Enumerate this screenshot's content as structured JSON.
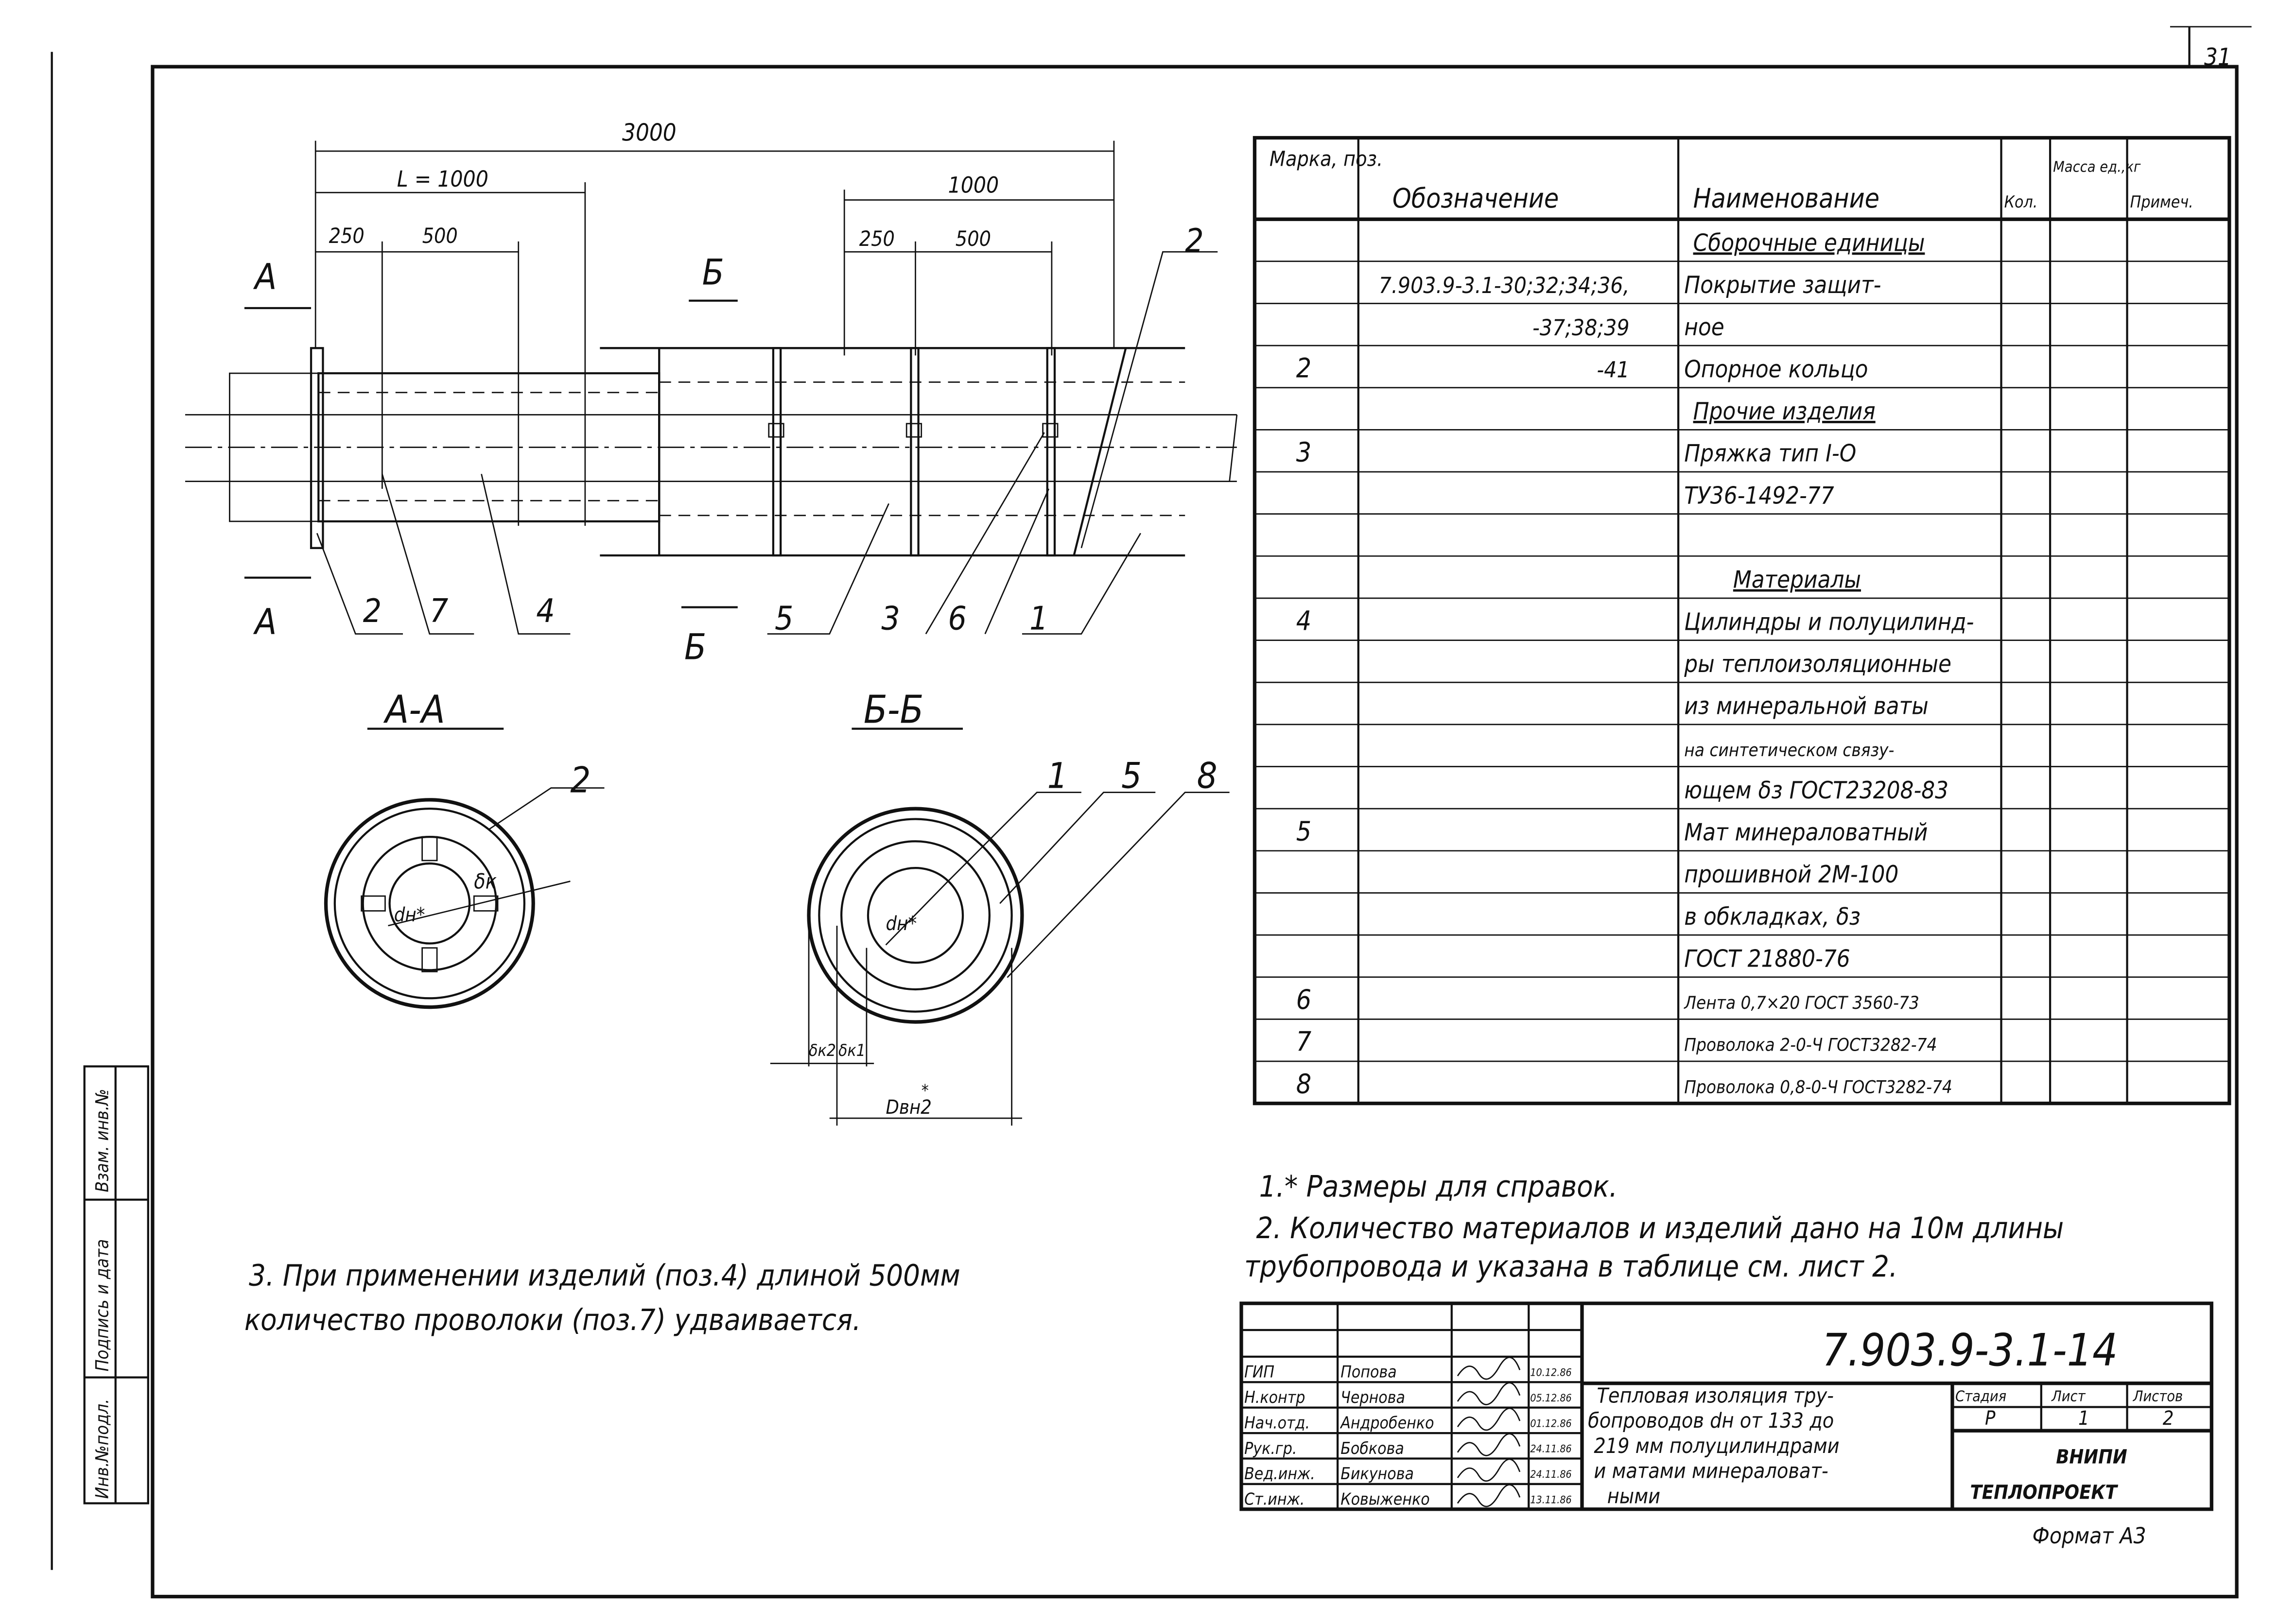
{
  "sheet_corner": "31",
  "format_label": "Формат А3",
  "margin_stamps": [
    "Инв.№подл.",
    "Подпись и дата",
    "Взам. инв.№"
  ],
  "elevation": {
    "dim_total": "3000",
    "dim_L": "L = 1000",
    "dim_250_left": "250",
    "dim_500_left": "500",
    "dim_1000_right": "1000",
    "dim_250_right": "250",
    "dim_500_right": "500",
    "section_A": "А",
    "section_B": "Б",
    "callouts_left": [
      "2",
      "7",
      "4"
    ],
    "callouts_right": [
      "5",
      "3",
      "6",
      "1"
    ],
    "callout_top": "2"
  },
  "section_aa": {
    "title": "А-А",
    "callout": "2",
    "dk": "δк",
    "dn": "dн*"
  },
  "section_bb": {
    "title": "Б-Б",
    "callouts": [
      "1",
      "5",
      "8"
    ],
    "dn": "dн*",
    "dk2": "δк2",
    "dk1": "δк1",
    "dvn2": "Dвн2",
    "star": "*"
  },
  "spec_table": {
    "headers": [
      "Марка, поз.",
      "Обозначение",
      "Наименование",
      "Кол.",
      "Масса ед.,кг",
      "Примеч."
    ],
    "rows": [
      {
        "pos": "",
        "code": "",
        "name": "Сборочные единицы",
        "heading": true
      },
      {
        "pos": "",
        "code": "7.903.9-3.1-30;32;34;36,",
        "name": "Покрытие защит-"
      },
      {
        "pos": "",
        "code": "-37;38;39",
        "name": "ное"
      },
      {
        "pos": "2",
        "code": "-41",
        "name": "Опорное кольцо"
      },
      {
        "pos": "",
        "code": "",
        "name": "Прочие изделия",
        "heading": true
      },
      {
        "pos": "3",
        "code": "",
        "name": "Пряжка тип I-O"
      },
      {
        "pos": "",
        "code": "",
        "name": "ТУ36-1492-77"
      },
      {
        "pos": "",
        "code": "",
        "name": ""
      },
      {
        "pos": "",
        "code": "",
        "name": "Материалы",
        "heading": true
      },
      {
        "pos": "4",
        "code": "",
        "name": "Цилиндры и полуцилинд-"
      },
      {
        "pos": "",
        "code": "",
        "name": "ры теплоизоляционные"
      },
      {
        "pos": "",
        "code": "",
        "name": "из минеральной ваты"
      },
      {
        "pos": "",
        "code": "",
        "name": "на синтетическом связу-"
      },
      {
        "pos": "",
        "code": "",
        "name": "ющем δз ГОСТ23208-83"
      },
      {
        "pos": "5",
        "code": "",
        "name": "Мат минераловатный"
      },
      {
        "pos": "",
        "code": "",
        "name": "прошивной 2М-100"
      },
      {
        "pos": "",
        "code": "",
        "name": "в обкладках, δз"
      },
      {
        "pos": "",
        "code": "",
        "name": "ГОСТ 21880-76"
      },
      {
        "pos": "6",
        "code": "",
        "name": "Лента 0,7×20 ГОСТ 3560-73"
      },
      {
        "pos": "7",
        "code": "",
        "name": "Проволока 2-0-Ч ГОСТ3282-74"
      },
      {
        "pos": "8",
        "code": "",
        "name": "Проволока 0,8-0-Ч ГОСТ3282-74"
      }
    ]
  },
  "notes": {
    "n1": "1.* Размеры для справок.",
    "n2a": "2. Количество материалов и изделий дано на 10м длины",
    "n2b": "трубопровода и указана в таблице см. лист 2.",
    "n3a": "3. При применении изделий (поз.4) длиной 500мм",
    "n3b": "количество проволоки (поз.7) удваивается."
  },
  "title_block": {
    "doc_code": "7.903.9-3.1-14",
    "roles": [
      {
        "role": "ГИП",
        "name": "Попова",
        "date": "10.12.86"
      },
      {
        "role": "Н.контр",
        "name": "Чернова",
        "date": "05.12.86"
      },
      {
        "role": "Нач.отд.",
        "name": "Андробенко",
        "date": "01.12.86"
      },
      {
        "role": "Рук.гр.",
        "name": "Бобкова",
        "date": "24.11.86"
      },
      {
        "role": "Вед.инж.",
        "name": "Бикунова",
        "date": "24.11.86"
      },
      {
        "role": "Ст.инж.",
        "name": "Ковыженко",
        "date": "13.11.86"
      }
    ],
    "title_lines": [
      "Тепловая изоляция тру-",
      "бопроводов dн от 133 до",
      "219 мм полуцилиндрами",
      "и матами минераловат-",
      "ными"
    ],
    "stage_label": "Стадия",
    "sheet_label": "Лист",
    "sheets_label": "Листов",
    "stage": "Р",
    "sheet": "1",
    "sheets": "2",
    "org_line1": "ВНИПИ",
    "org_line2": "ТЕПЛОПРОЕКТ"
  }
}
